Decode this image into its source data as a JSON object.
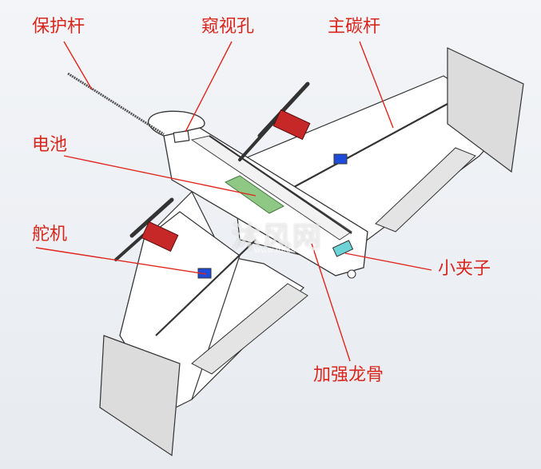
{
  "labels": {
    "guard_rod": "保护杆",
    "view_hole": "窥视孔",
    "main_carbon_rod": "主碳杆",
    "battery": "电池",
    "servo": "舵机",
    "small_clip": "小夹子",
    "keel": "加强龙骨"
  },
  "watermark": {
    "brand": "沐风网",
    "url": "www.mfcad.com"
  },
  "colors": {
    "label": "#d9261c",
    "leader": "#e0261d",
    "airframe_fill": "#ffffff",
    "airframe_stroke": "#333333",
    "fin_fill": "#dcdcdc",
    "battery_fill": "#8fc785",
    "motor_red": "#c62828",
    "servo_blue": "#1e4bd8"
  }
}
